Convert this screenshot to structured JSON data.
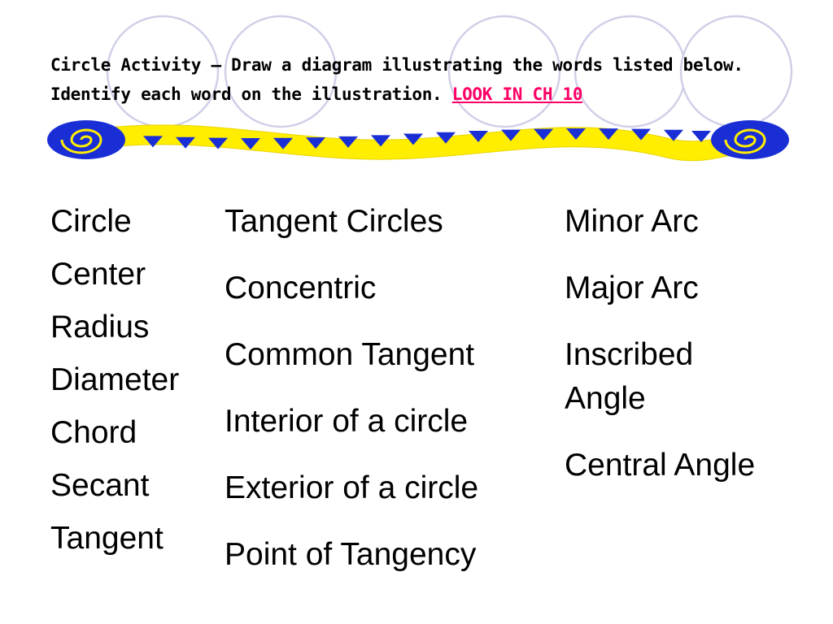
{
  "slide": {
    "title": "Circle Activity – Draw a diagram illustrating the words listed below.  Identify each word on the illustration.",
    "link_text": "LOOK IN CH 10",
    "colors": {
      "link": "#ff0066",
      "circle_outline": "#cfd0e8",
      "banner_yellow": "#ffee00",
      "banner_blue": "#1a2ed6"
    }
  },
  "columns": {
    "left": [
      "Circle",
      "Center",
      "Radius",
      "Diameter",
      "Chord",
      "Secant",
      "Tangent"
    ],
    "middle": [
      "Tangent Circles",
      "Concentric",
      "Common Tangent",
      "Interior of a circle",
      "Exterior of a circle",
      "Point of Tangency"
    ],
    "right": [
      "Minor Arc",
      "Major Arc",
      "Inscribed Angle",
      "Central Angle"
    ]
  }
}
